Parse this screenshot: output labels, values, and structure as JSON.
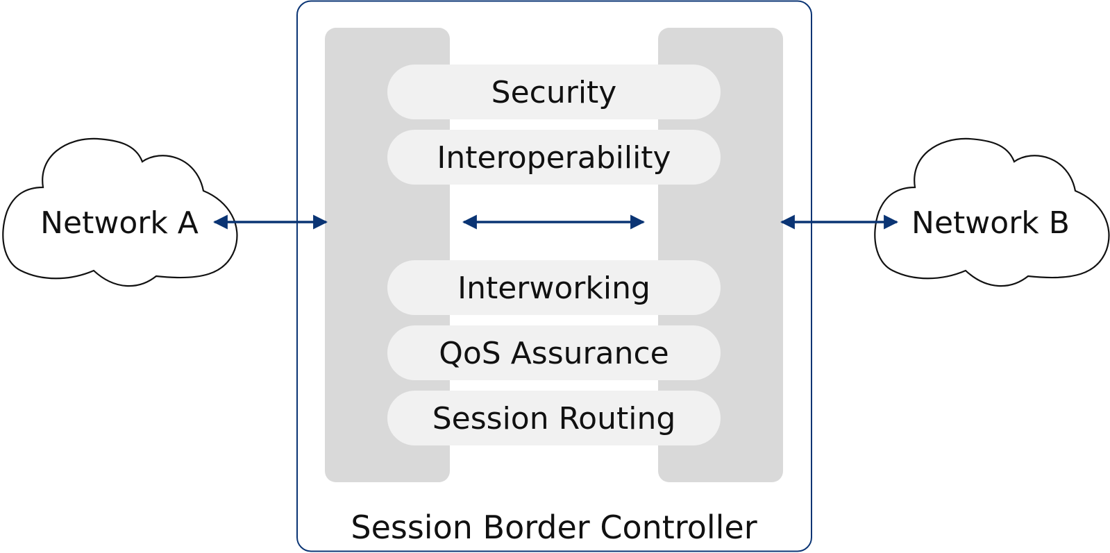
{
  "diagram": {
    "title": "Session Border Controller",
    "networks": {
      "left": "Network A",
      "right": "Network B"
    },
    "functions": [
      "Security",
      "Interoperability",
      "Interworking",
      "QoS Assurance",
      "Session Routing"
    ]
  },
  "colors": {
    "frame_border": "#0a3474",
    "arrow": "#0a3474",
    "side_panel": "#d9d9d9",
    "function_pill": "#f1f1f1",
    "cloud_fill": "#ffffff",
    "cloud_stroke": "#111111",
    "text": "#111111"
  },
  "icons": {
    "network_shape": "cloud-icon",
    "connector": "double-headed-arrow-icon"
  }
}
